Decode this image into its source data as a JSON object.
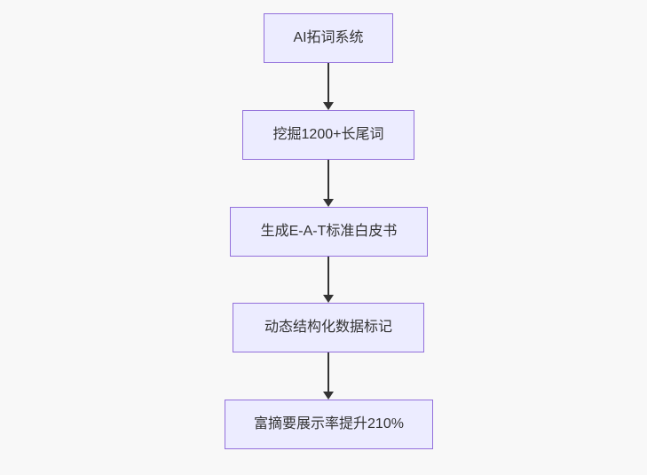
{
  "diagram": {
    "type": "flowchart",
    "direction": "top-down",
    "nodes": [
      {
        "id": "step-1",
        "label": "AI拓词系统"
      },
      {
        "id": "step-2",
        "label": "挖掘1200+长尾词"
      },
      {
        "id": "step-3",
        "label": "生成E-A-T标准白皮书"
      },
      {
        "id": "step-4",
        "label": "动态结构化数据标记"
      },
      {
        "id": "step-5",
        "label": "富摘要展示率提升210%"
      }
    ],
    "edges": [
      {
        "from": "AI拓词系统",
        "to": "挖掘1200+长尾词"
      },
      {
        "from": "挖掘1200+长尾词",
        "to": "生成E-A-T标准白皮书"
      },
      {
        "from": "生成E-A-T标准白皮书",
        "to": "动态结构化数据标记"
      },
      {
        "from": "动态结构化数据标记",
        "to": "富摘要展示率提升210%"
      }
    ],
    "colors": {
      "node_fill": "#ECECFF",
      "node_border": "#9370DB",
      "node_text": "#333333",
      "arrow": "#333333",
      "background": "#F8F8F8"
    }
  }
}
